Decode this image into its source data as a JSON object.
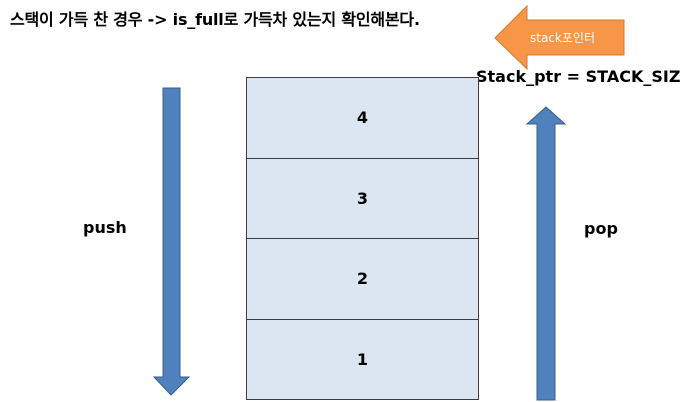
{
  "title": "스택이 가득 찬 경우 -> is_full로 가득차 있는지 확인해본다.",
  "pointer": {
    "label": "stack포인터",
    "equation": "Stack_ptr = STACK_SIZE",
    "color": "#f79646"
  },
  "arrows": {
    "push_label": "push",
    "pop_label": "pop",
    "fill_color": "#4f81bd",
    "stroke_color": "#385d8a"
  },
  "stack": {
    "cell_color": "#dce6f2",
    "cells": [
      {
        "label": "4"
      },
      {
        "label": "3"
      },
      {
        "label": "2"
      },
      {
        "label": "1"
      }
    ]
  }
}
